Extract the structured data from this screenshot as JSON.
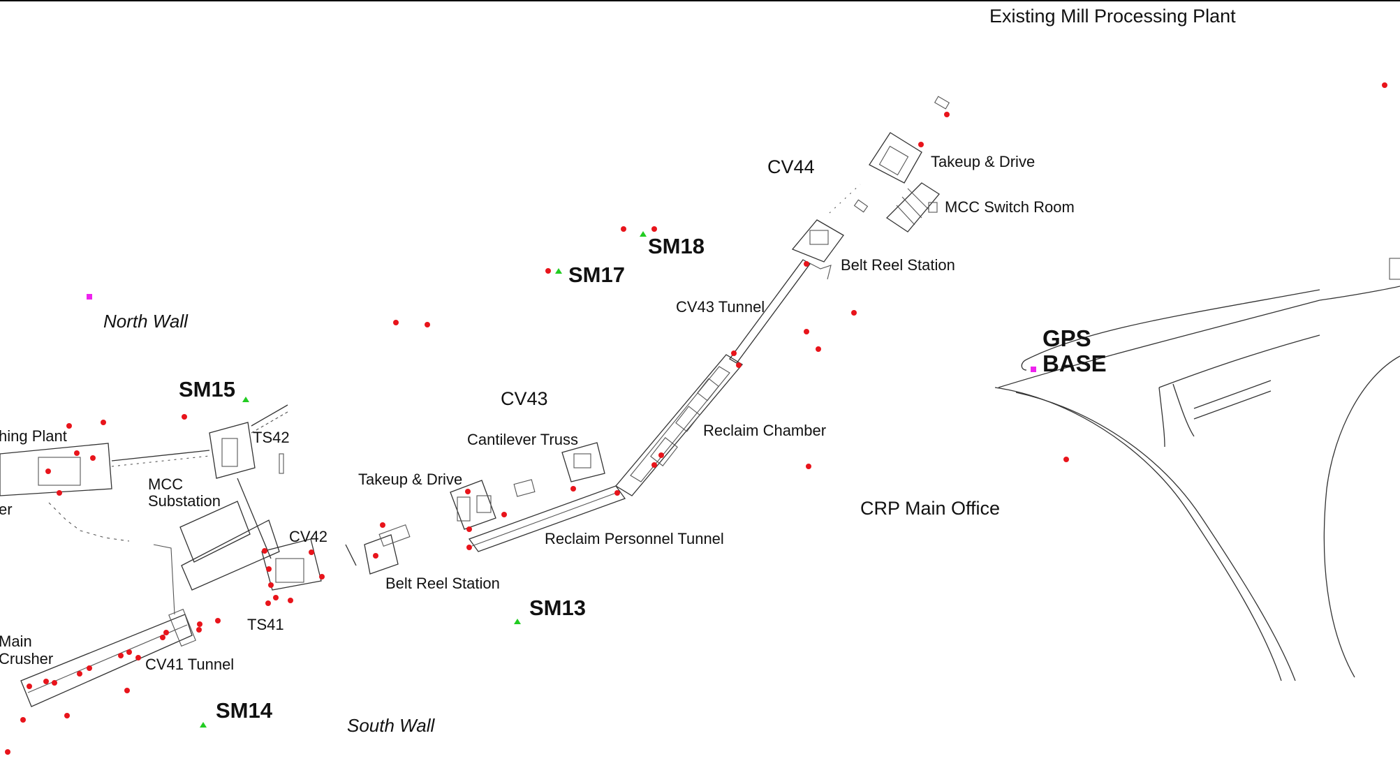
{
  "map": {
    "labels": {
      "existing_mill": "Existing Mill Processing Plant",
      "cv44": "CV44",
      "takeup_drive_ne": "Takeup & Drive",
      "mcc_switch_room": "MCC Switch Room",
      "belt_reel_station_ne": "Belt Reel Station",
      "cv43_tunnel": "CV43 Tunnel",
      "north_wall": "North Wall",
      "sm18": "SM18",
      "sm17": "SM17",
      "sm15": "SM15",
      "cv43": "CV43",
      "cantilever_truss": "Cantilever Truss",
      "reclaim_chamber": "Reclaim Chamber",
      "gps": "GPS",
      "base": "BASE",
      "crp_main_office": "CRP Main Office",
      "washing_plant": "hing Plant",
      "er_partial": "er",
      "ts42": "TS42",
      "mcc": "MCC",
      "substation": "Substation",
      "takeup_drive_mid": "Takeup & Drive",
      "cv42": "CV42",
      "reclaim_personnel_tunnel": "Reclaim Personnel Tunnel",
      "belt_reel_station_sw": "Belt Reel Station",
      "sm13": "SM13",
      "ts41": "TS41",
      "main": "Main",
      "crusher": "Crusher",
      "cv41_tunnel": "CV41 Tunnel",
      "sm14": "SM14",
      "south_wall": "South Wall"
    },
    "colors": {
      "point": "#e8141b",
      "survey_marker": "#22cc22",
      "gps_base": "#ee22ee",
      "linework": "#333333"
    },
    "icons": {
      "survey_marker": "triangle-icon",
      "point": "dot-icon",
      "gps_base": "square-icon"
    }
  }
}
